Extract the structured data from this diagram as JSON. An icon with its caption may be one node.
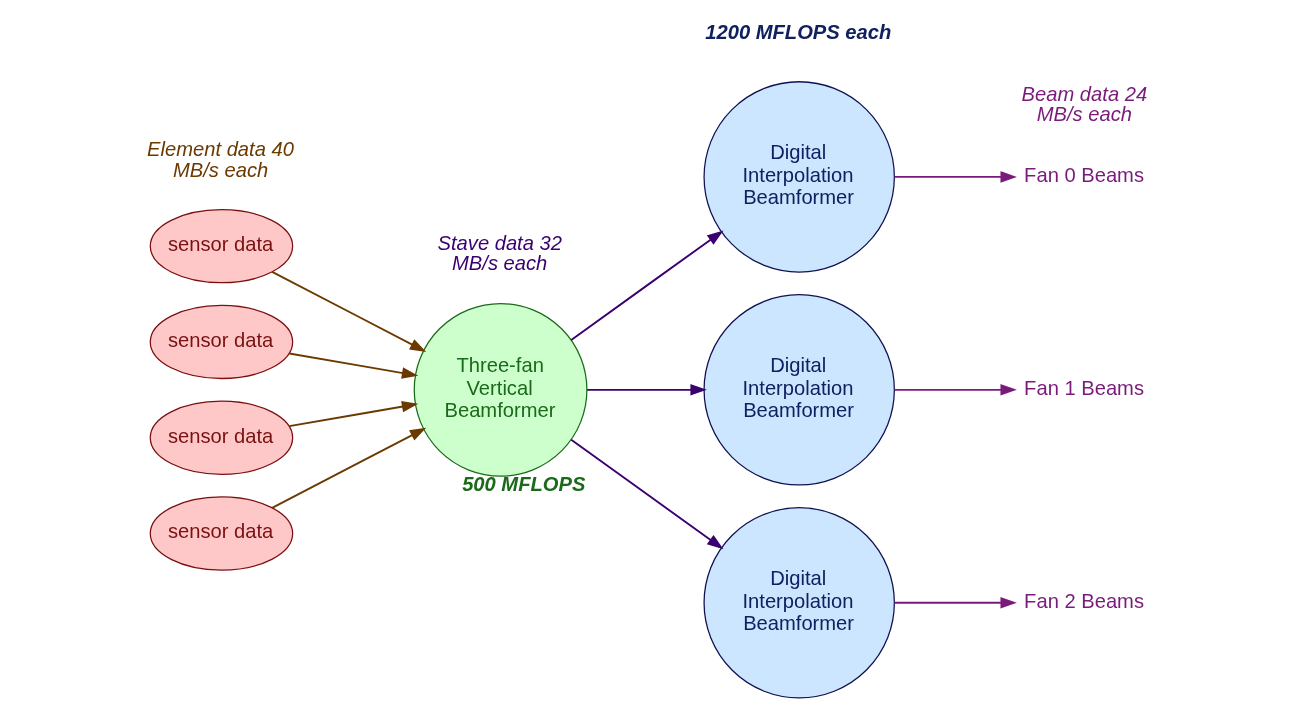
{
  "diagram": {
    "nodes": [
      {
        "text": [
          "sensor data"
        ]
      },
      {
        "text": [
          "sensor data"
        ]
      },
      {
        "text": [
          "sensor data"
        ]
      },
      {
        "text": [
          "sensor data"
        ]
      },
      {
        "text": [
          "Three-fan Vertical Beamformer"
        ],
        "beside": [
          "500 MFLOPS"
        ]
      },
      {
        "text": [
          "Digital Interpolation Beamformer"
        ]
      },
      {
        "text": [
          "Digital Interpolation Beamformer"
        ]
      },
      {
        "text": [
          "Digital Interpolation Beamformer"
        ]
      },
      {
        "text": [
          "Fan 0 Beams"
        ]
      },
      {
        "text": [
          "Fan 1 Beams"
        ]
      },
      {
        "text": [
          "Fan 2 Beams"
        ]
      }
    ],
    "edges": [
      {
        "from": 0,
        "to": 4,
        "arrow": "to",
        "color": "#6b3a00"
      },
      {
        "from": 1,
        "to": 4,
        "arrow": "to",
        "color": "#6b3a00"
      },
      {
        "from": 2,
        "to": 4,
        "arrow": "to",
        "color": "#6b3a00"
      },
      {
        "from": 3,
        "to": 4,
        "arrow": "to",
        "color": "#6b3a00"
      },
      {
        "from": 4,
        "to": 5,
        "arrow": "to",
        "color": "#3a0070"
      },
      {
        "from": 4,
        "to": 6,
        "arrow": "to",
        "color": "#3a0070"
      },
      {
        "from": 4,
        "to": 7,
        "arrow": "to",
        "color": "#3a0070"
      },
      {
        "from": 5,
        "to": 8,
        "arrow": "to",
        "color": "#7a1a7a"
      },
      {
        "from": 6,
        "to": 9,
        "arrow": "to",
        "color": "#7a1a7a"
      },
      {
        "from": 7,
        "to": 10,
        "arrow": "to",
        "color": "#7a1a7a"
      }
    ],
    "labels": [
      "Element data 40 MB/s each",
      "Stave data 32 MB/s each",
      "Beam data 24 MB/s each",
      "1200 MFLOPS each"
    ]
  }
}
